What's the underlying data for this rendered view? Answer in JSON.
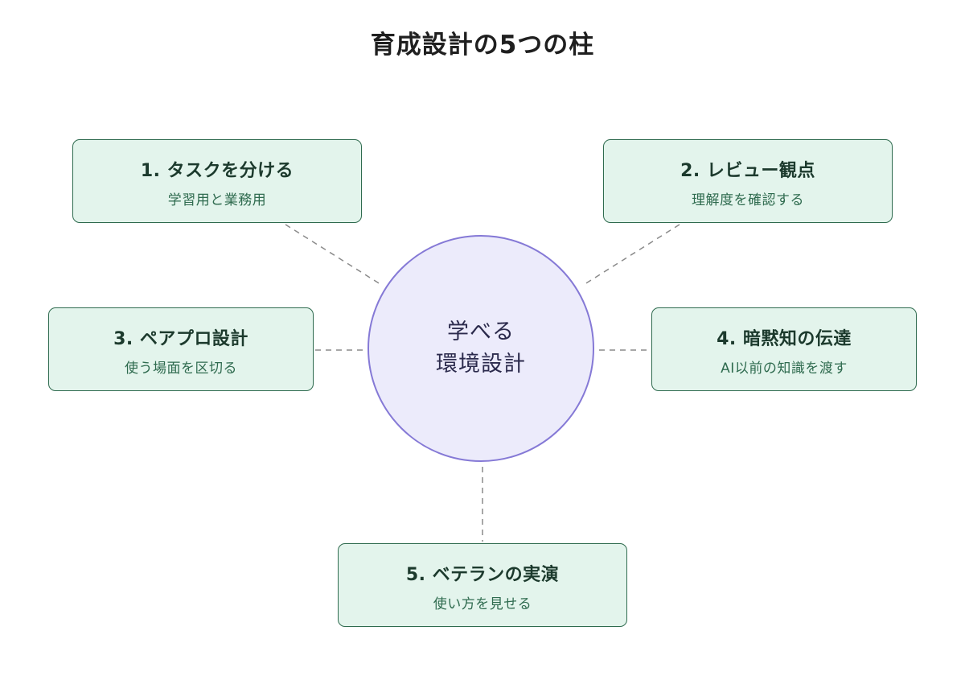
{
  "title": "育成設計の5つの柱",
  "hub": {
    "line1": "学べる",
    "line2": "環境設計"
  },
  "pillars": [
    {
      "title": "1. タスクを分ける",
      "subtitle": "学習用と業務用"
    },
    {
      "title": "2. レビュー観点",
      "subtitle": "理解度を確認する"
    },
    {
      "title": "3. ペアプロ設計",
      "subtitle": "使う場面を区切る"
    },
    {
      "title": "4. 暗黙知の伝達",
      "subtitle": "AI以前の知識を渡す"
    },
    {
      "title": "5. ベテランの実演",
      "subtitle": "使い方を見せる"
    }
  ],
  "colors": {
    "hub_fill": "#ecebfb",
    "hub_stroke": "#8579d6",
    "pillar_fill": "#e3f4ec",
    "pillar_stroke": "#2f6b4f",
    "connector": "#8a8a8a"
  }
}
